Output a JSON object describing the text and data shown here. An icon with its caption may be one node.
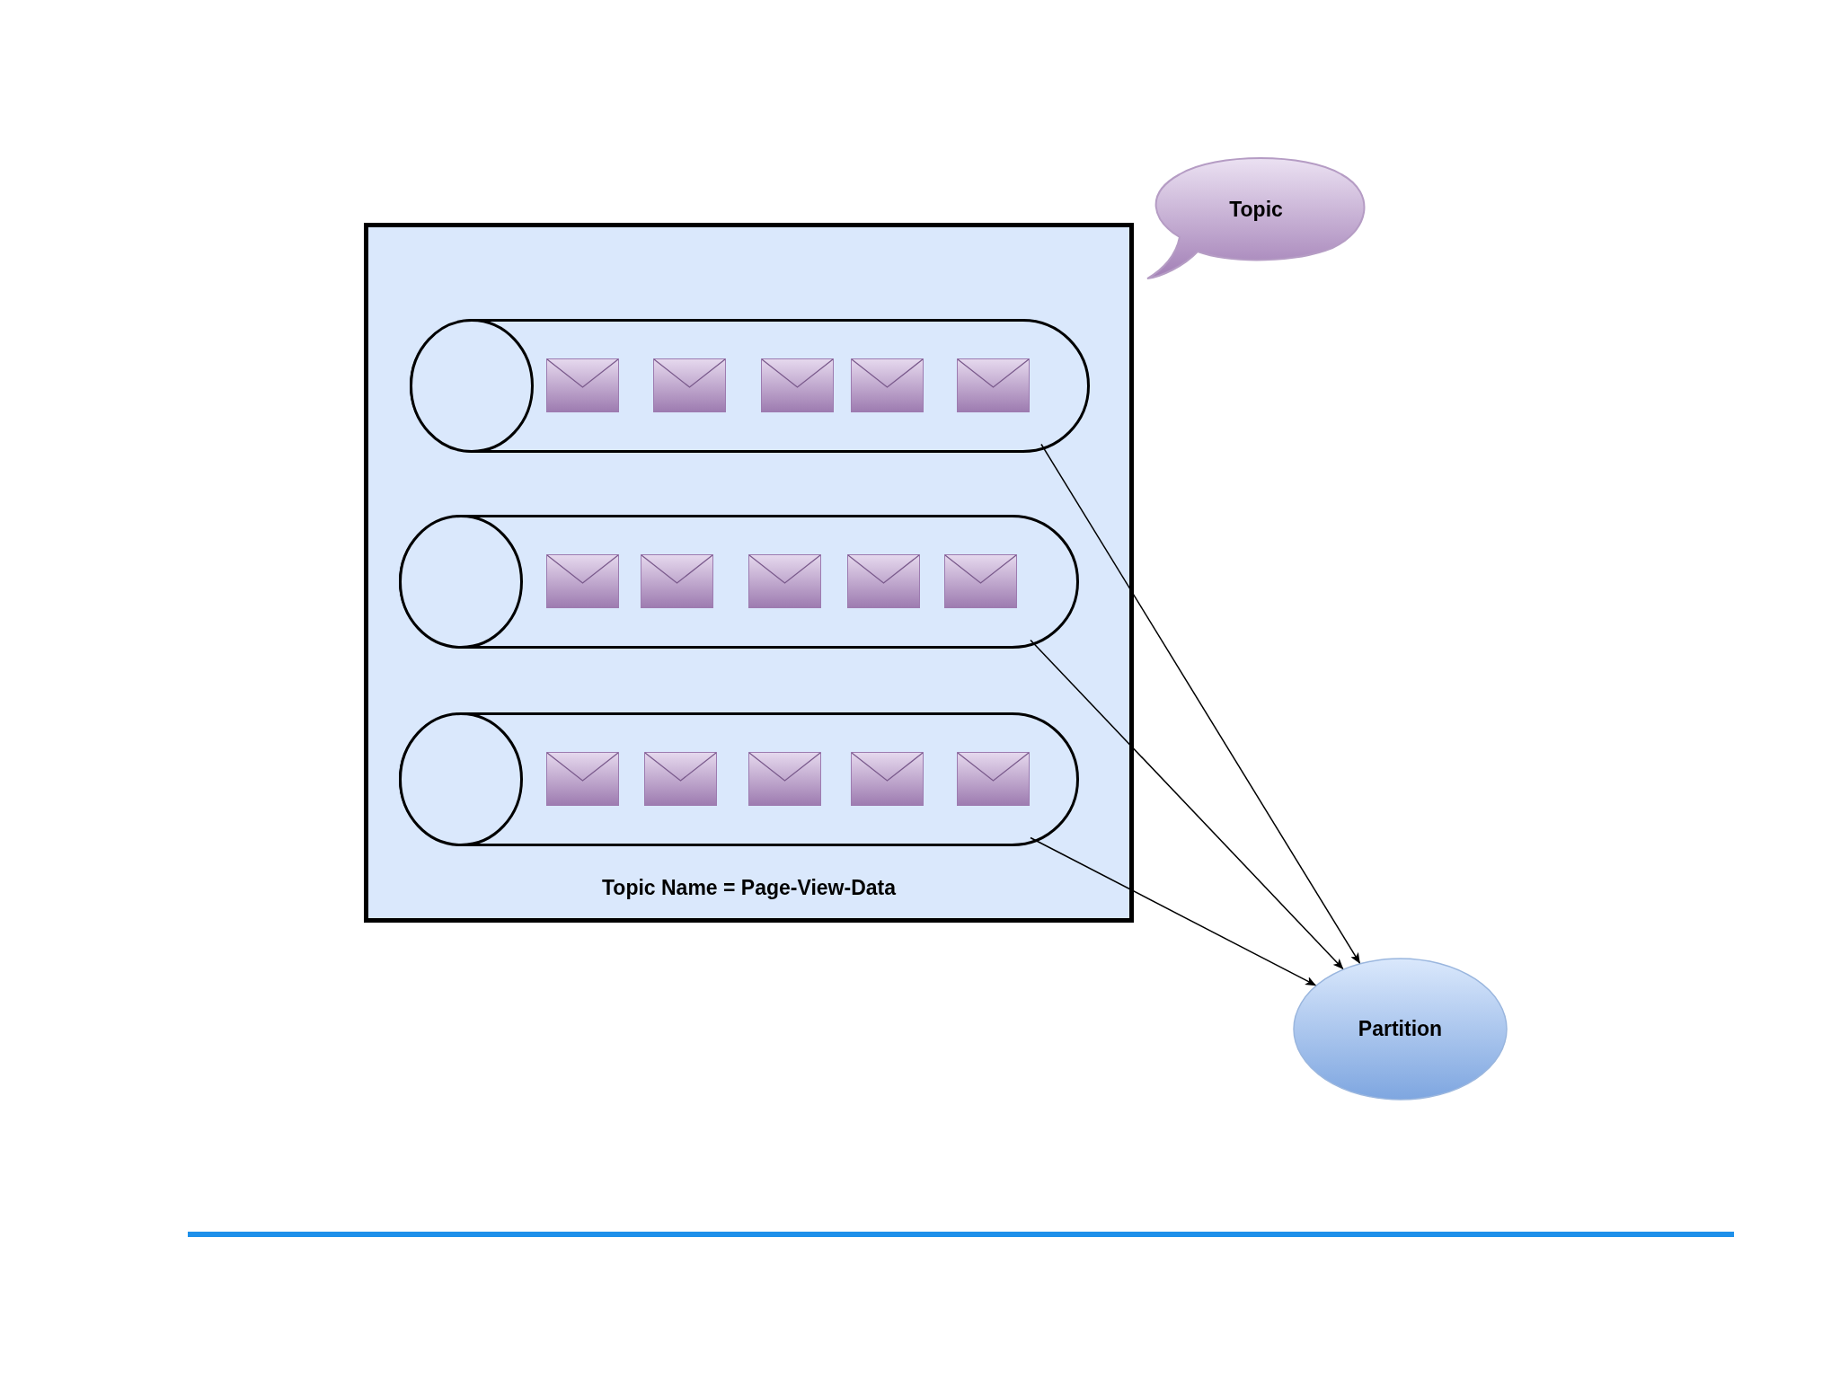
{
  "diagram": {
    "nodes": [
      {
        "text": [
          "Topic"
        ]
      },
      {
        "text": [
          "Topic Name = Page-View-Data"
        ]
      },
      {
        "text": [],
        "shape": "cylinder",
        "in": 1
      },
      {
        "text": [],
        "shape": "cylinder",
        "in": 1
      },
      {
        "text": [],
        "shape": "cylinder",
        "in": 1
      },
      {
        "text": [
          "Partition"
        ]
      }
    ],
    "edges": [
      {
        "from": 2,
        "to": 5,
        "arrow": "to"
      },
      {
        "from": 3,
        "to": 5,
        "arrow": "to"
      },
      {
        "from": 4,
        "to": 5,
        "arrow": "to"
      }
    ]
  }
}
